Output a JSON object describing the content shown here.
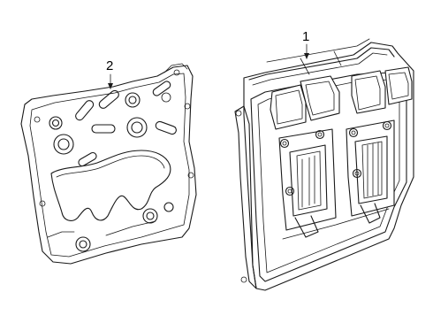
{
  "diagram": {
    "callouts": [
      {
        "id": "1",
        "label": "1"
      },
      {
        "id": "2",
        "label": "2"
      }
    ],
    "parts": [
      {
        "callout": "1",
        "icon": "control-module-icon"
      },
      {
        "callout": "2",
        "icon": "gasket-plate-icon"
      }
    ]
  }
}
